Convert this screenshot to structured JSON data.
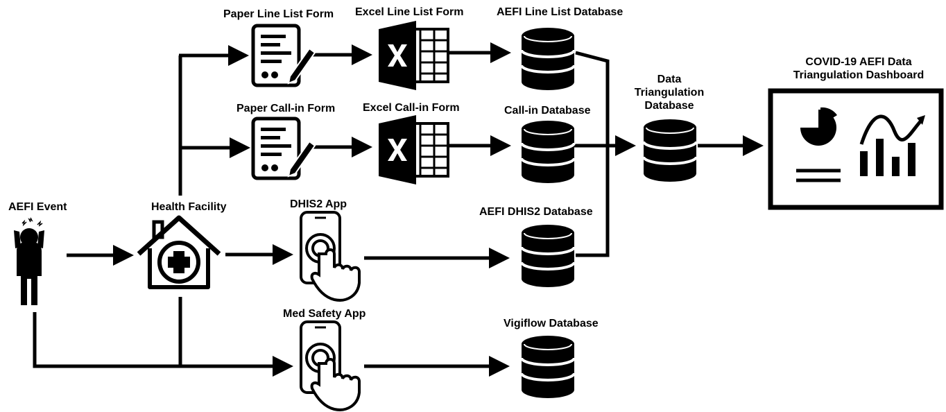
{
  "nodes": {
    "aefi_event": "AEFI Event",
    "health_facility": "Health Facility",
    "paper_line_list_form": "Paper Line List Form",
    "excel_line_list_form": "Excel Line List Form",
    "aefi_line_list_database": "AEFI Line List Database",
    "paper_callin_form": "Paper Call-in Form",
    "excel_callin_form": "Excel Call-in Form",
    "callin_database": "Call-in Database",
    "dhis2_app": "DHIS2 App",
    "aefi_dhis2_database": "AEFI DHIS2 Database",
    "med_safety_app": "Med Safety App",
    "vigiflow_database": "Vigiflow Database",
    "data_triangulation_database": "Data\nTriangulation\nDatabase",
    "dashboard": "COVID-19 AEFI Data\nTriangulation Dashboard"
  },
  "icons": {
    "person": "stressed-person-icon",
    "house": "health-facility-house-icon",
    "form": "paper-form-icon",
    "excel": "excel-icon",
    "database": "database-icon",
    "phone": "mobile-app-touch-icon",
    "dashboard": "dashboard-monitor-icon"
  },
  "colors": {
    "ink": "#000000",
    "background": "#ffffff"
  }
}
